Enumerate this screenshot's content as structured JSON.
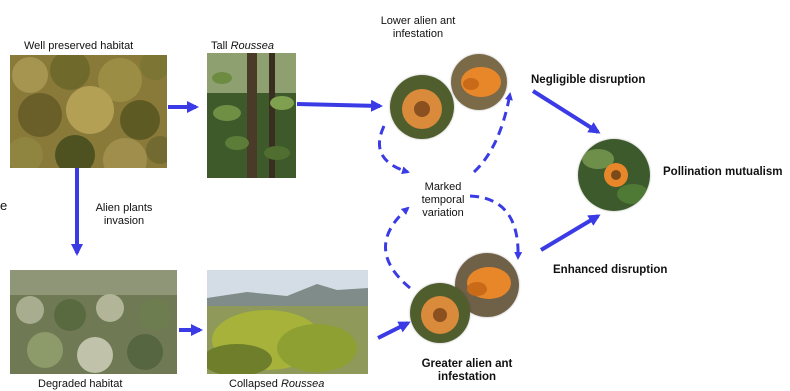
{
  "labels": {
    "well_preserved": "Well preserved habitat",
    "tall_prefix": "Tall ",
    "roussea": "Roussea",
    "lower_ant_line1": "Lower alien ant",
    "lower_ant_line2": "infestation",
    "negligible": "Negligible disruption",
    "pollination": "Pollination mutualism",
    "marked_line1": "Marked",
    "marked_line2": "temporal",
    "marked_line3": "variation",
    "alien_plants_line1": "Alien plants",
    "alien_plants_line2": "invasion",
    "enhanced": "Enhanced disruption",
    "greater_ant_line1": "Greater alien ant",
    "greater_ant_line2": "infestation",
    "degraded": "Degraded habitat",
    "collapsed_prefix": "Collapsed ",
    "cut_left_letter": "e"
  },
  "colors": {
    "arrow": "#3b3be6",
    "flower_orange": "#e8862a"
  }
}
